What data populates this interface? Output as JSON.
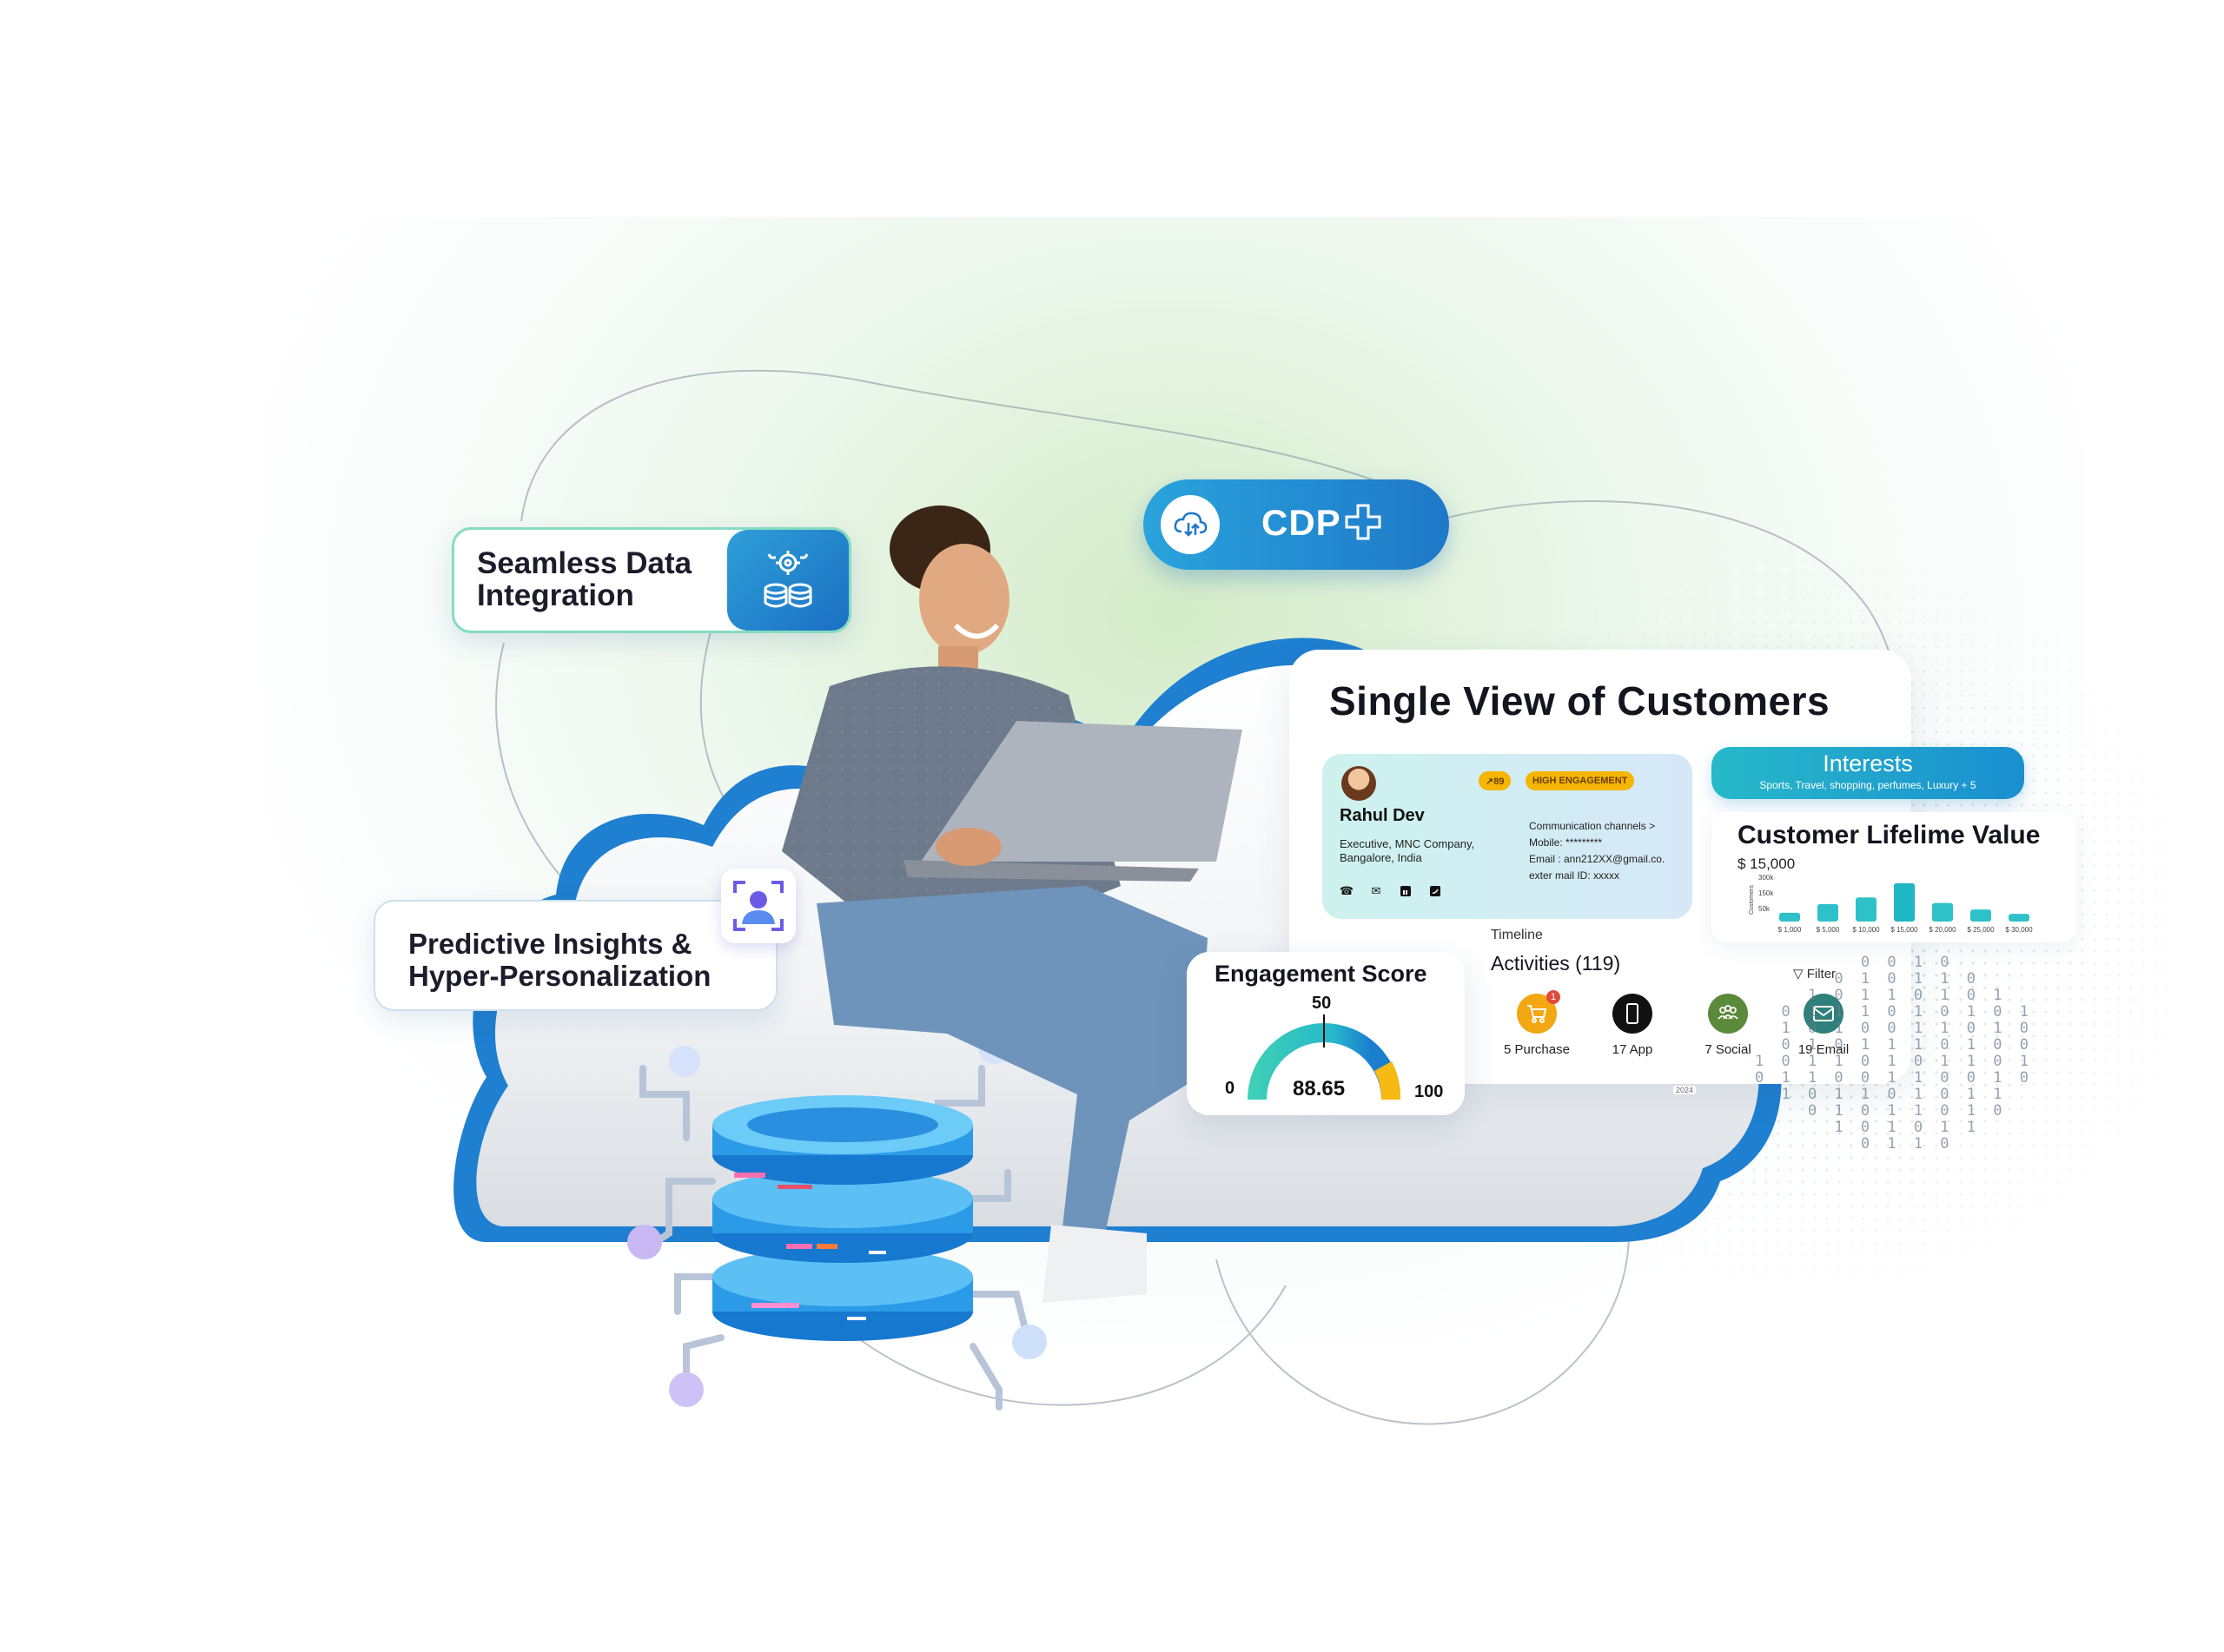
{
  "badges": {
    "seamless": {
      "line1": "Seamless Data",
      "line2": "Integration"
    },
    "cdp": {
      "label": "CDP"
    },
    "predictive": {
      "line1": "Predictive Insights &",
      "line2": "Hyper-Personalization"
    }
  },
  "single_view": {
    "title": "Single View of Customers",
    "profile": {
      "name": "Rahul Dev",
      "role": "Executive, MNC Company, Bangalore, India",
      "score_badge": "↗89",
      "engagement_badge": "HIGH ENGAGEMENT",
      "channels": "Communication channels >",
      "mobile": "Mobile: *********",
      "email": "Email : ann212XX@gmail.co.",
      "ext_email": "exter mail ID: xxxxx",
      "social_icons": [
        "phone-icon",
        "mail-icon",
        "linkedin-icon",
        "twitter-icon"
      ]
    },
    "interests": {
      "title": "Interests",
      "items": "Sports, Travel, shopping, perfumes, Luxury + 5"
    },
    "clv": {
      "title": "Customer Lifelime Value",
      "value": "$ 15,000"
    },
    "timeline_label": "Timeline",
    "activities_label": "Activities (119)",
    "filter_label": "Filter",
    "year_label": "2024",
    "activities": [
      {
        "label": "5 Purchase",
        "icon": "cart-icon",
        "color": "#f3a712",
        "notif": "1"
      },
      {
        "label": "17 App",
        "icon": "phone-app-icon",
        "color": "#111111"
      },
      {
        "label": "7 Social",
        "icon": "people-icon",
        "color": "#5a8a3a"
      },
      {
        "label": "19 Email",
        "icon": "email-icon",
        "color": "#2f7f7a"
      }
    ]
  },
  "engagement": {
    "title": "Engagement Score",
    "min": "0",
    "mid": "50",
    "max": "100",
    "value": "88.65"
  },
  "chart_data": {
    "type": "bar",
    "categories": [
      "$ 1,000",
      "$ 5,000",
      "$ 10,000",
      "$ 15,000",
      "$ 20,000",
      "$ 25,000",
      "$ 30,000"
    ],
    "values": [
      40,
      80,
      110,
      175,
      85,
      55,
      35
    ],
    "ylabel": "Customers",
    "yticks": [
      "300k",
      "150k",
      "50k"
    ],
    "ylim": [
      0,
      300
    ]
  },
  "colors": {
    "brand_blue": "#1e78c8",
    "teal": "#27b9c9",
    "badge_yellow": "#f5b500"
  }
}
